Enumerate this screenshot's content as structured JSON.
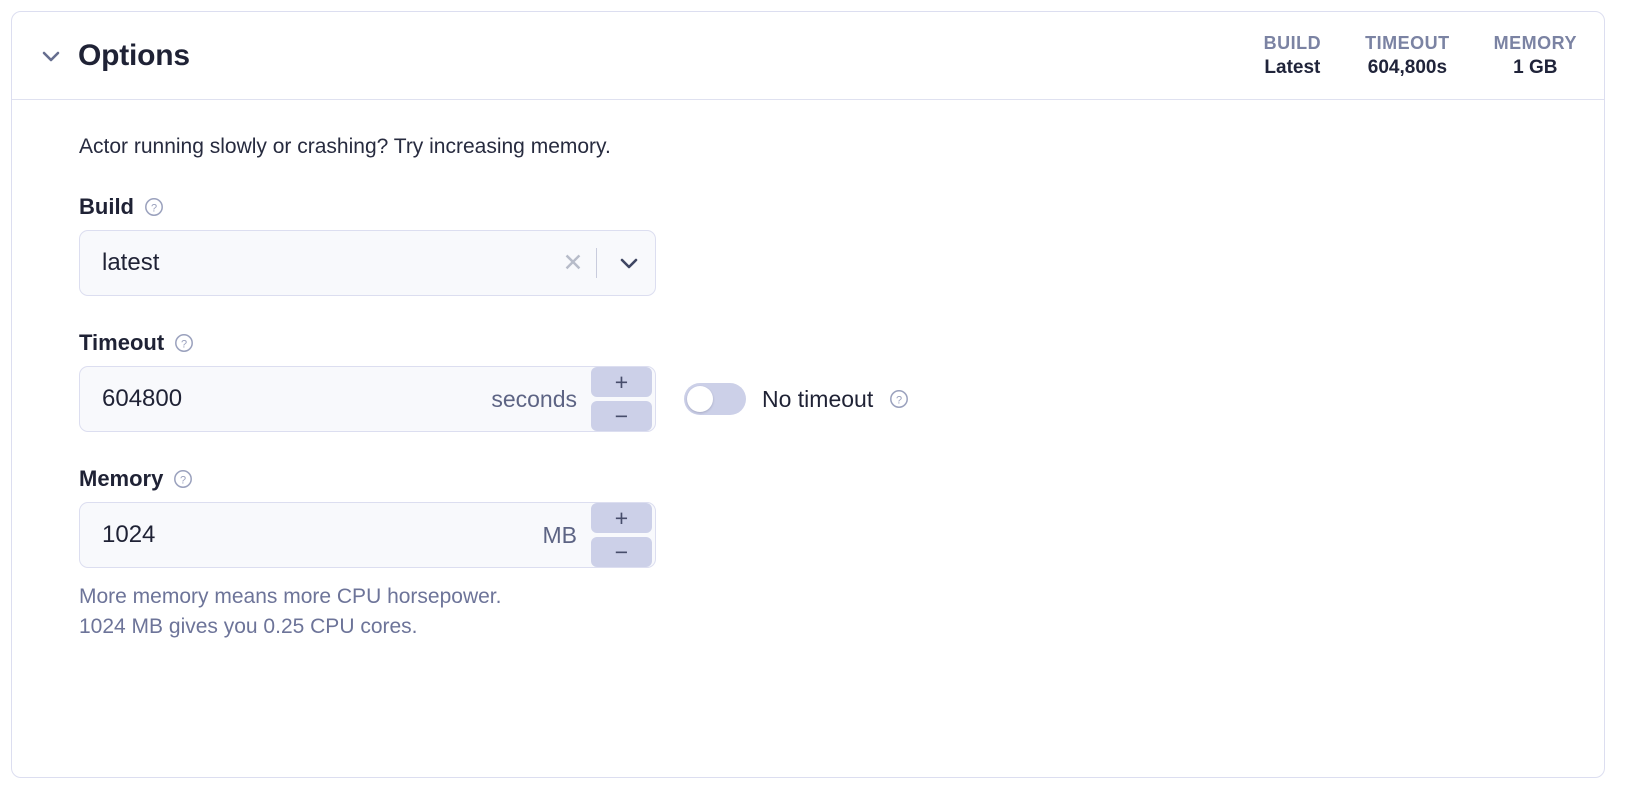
{
  "card": {
    "header": {
      "collapse_icon": "chevron-down-icon",
      "title": "Options",
      "stats": [
        {
          "label": "BUILD",
          "value": "Latest"
        },
        {
          "label": "TIMEOUT",
          "value": "604,800s"
        },
        {
          "label": "MEMORY",
          "value": "1 GB"
        }
      ]
    },
    "body": {
      "intro_text": "Actor running slowly or crashing? Try increasing memory.",
      "build": {
        "label": "Build",
        "help_icon": "question-circle-icon",
        "value": "latest",
        "clear_icon": "close-icon",
        "caret_icon": "chevron-down-icon"
      },
      "timeout": {
        "label": "Timeout",
        "help_icon": "question-circle-icon",
        "value": "604800",
        "unit": "seconds",
        "increment_label": "+",
        "decrement_label": "−",
        "no_timeout": {
          "label": "No timeout",
          "help_icon": "question-circle-icon",
          "enabled": false
        }
      },
      "memory": {
        "label": "Memory",
        "help_icon": "question-circle-icon",
        "value": "1024",
        "unit": "MB",
        "increment_label": "+",
        "decrement_label": "−",
        "helper_line_1": "More memory means more CPU horsepower.",
        "helper_line_2": "1024 MB gives you 0.25 CPU cores."
      }
    }
  },
  "colors": {
    "card_border": "#dcdef0",
    "input_bg": "#f8f9fc",
    "stepper_bg": "#ccd0e8",
    "muted_text": "#6d7499",
    "title_text": "#1f2235"
  }
}
